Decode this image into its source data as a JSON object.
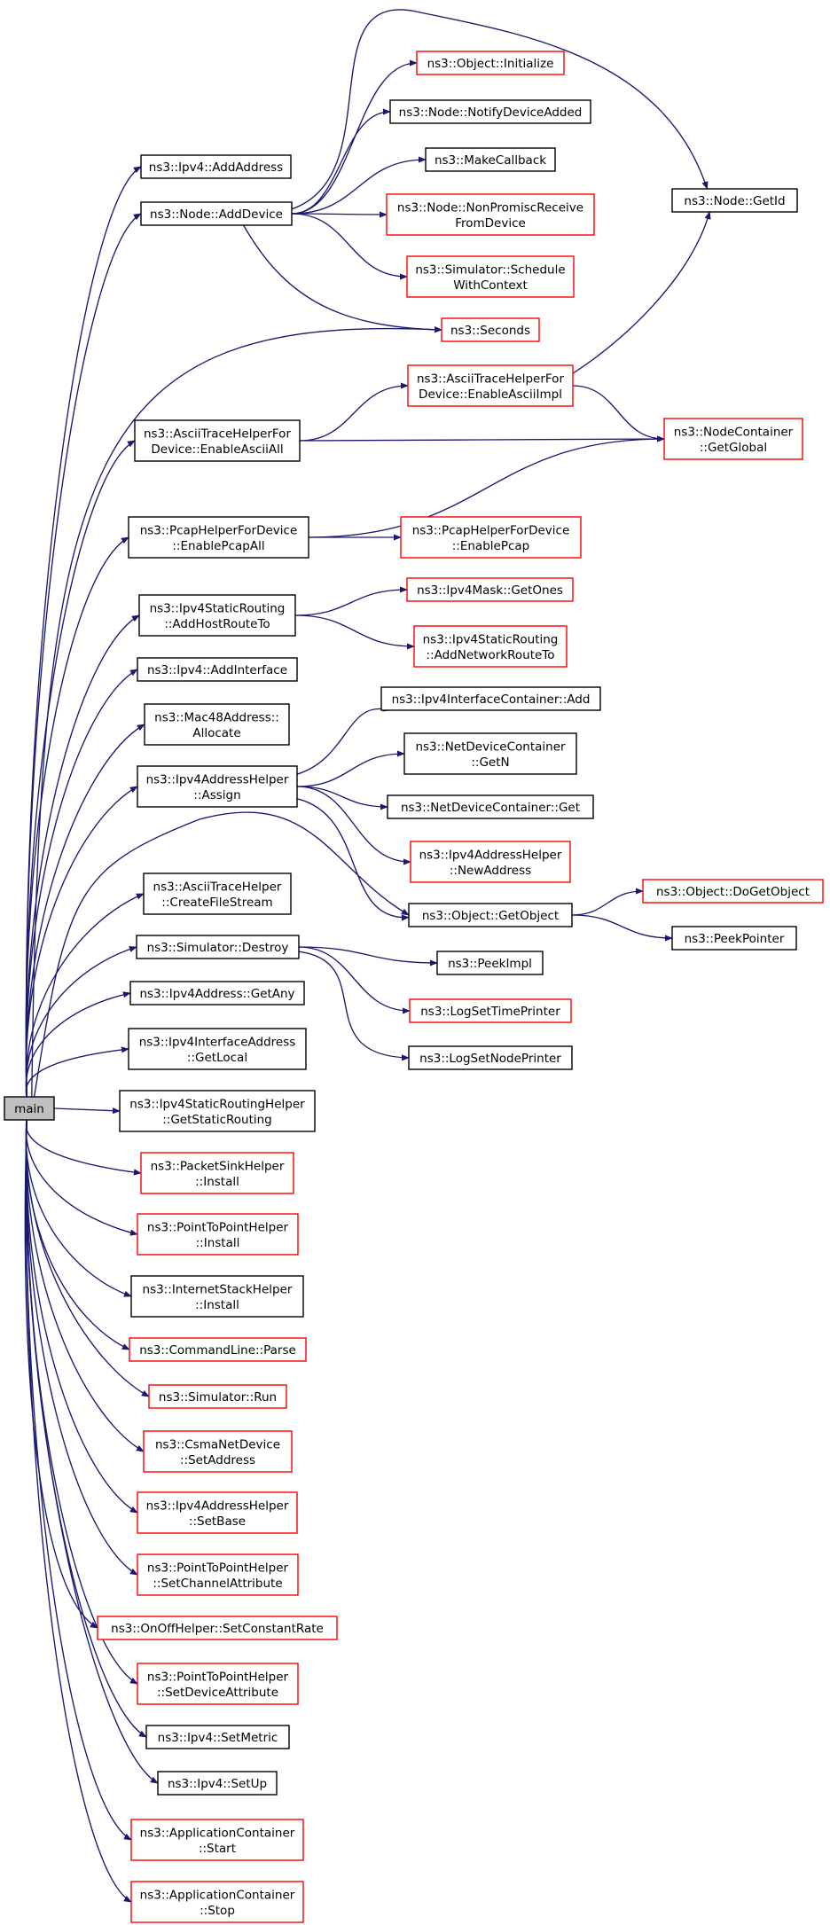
{
  "graph": {
    "root": "main",
    "colors": {
      "edge": "#191970",
      "node_border_documented": "#000000",
      "node_border_undocumented": "#ff0000",
      "root_fill": "#bfbfbf"
    },
    "nodes": [
      {
        "id": "main",
        "lines": [
          "main"
        ],
        "style": "root"
      },
      {
        "id": "n_ipv4_addaddress",
        "lines": [
          "ns3::Ipv4::AddAddress"
        ],
        "style": "black"
      },
      {
        "id": "n_node_adddevice",
        "lines": [
          "ns3::Node::AddDevice"
        ],
        "style": "black"
      },
      {
        "id": "n_object_initialize",
        "lines": [
          "ns3::Object::Initialize"
        ],
        "style": "red"
      },
      {
        "id": "n_node_notifydeviceadded",
        "lines": [
          "ns3::Node::NotifyDeviceAdded"
        ],
        "style": "black"
      },
      {
        "id": "n_makecallback",
        "lines": [
          "ns3::MakeCallback"
        ],
        "style": "black"
      },
      {
        "id": "n_node_getid",
        "lines": [
          "ns3::Node::GetId"
        ],
        "style": "black"
      },
      {
        "id": "n_node_nonpromisc",
        "lines": [
          "ns3::Node::NonPromiscReceive",
          "FromDevice"
        ],
        "style": "red"
      },
      {
        "id": "n_sim_schedule",
        "lines": [
          "ns3::Simulator::Schedule",
          "WithContext"
        ],
        "style": "red"
      },
      {
        "id": "n_seconds",
        "lines": [
          "ns3::Seconds"
        ],
        "style": "red"
      },
      {
        "id": "n_ascii_enableasciiall",
        "lines": [
          "ns3::AsciiTraceHelperFor",
          "Device::EnableAsciiAll"
        ],
        "style": "black"
      },
      {
        "id": "n_ascii_enableasciiimpl",
        "lines": [
          "ns3::AsciiTraceHelperFor",
          "Device::EnableAsciiImpl"
        ],
        "style": "red"
      },
      {
        "id": "n_nodecontainer_getglobal",
        "lines": [
          "ns3::NodeContainer",
          "::GetGlobal"
        ],
        "style": "red"
      },
      {
        "id": "n_pcap_enablepcapall",
        "lines": [
          "ns3::PcapHelperForDevice",
          "::EnablePcapAll"
        ],
        "style": "black"
      },
      {
        "id": "n_pcap_enablepcap",
        "lines": [
          "ns3::PcapHelperForDevice",
          "::EnablePcap"
        ],
        "style": "red"
      },
      {
        "id": "n_staticrouting_addhost",
        "lines": [
          "ns3::Ipv4StaticRouting",
          "::AddHostRouteTo"
        ],
        "style": "black"
      },
      {
        "id": "n_ipv4mask_getones",
        "lines": [
          "ns3::Ipv4Mask::GetOnes"
        ],
        "style": "red"
      },
      {
        "id": "n_staticrouting_addnetwork",
        "lines": [
          "ns3::Ipv4StaticRouting",
          "::AddNetworkRouteTo"
        ],
        "style": "red"
      },
      {
        "id": "n_ipv4_addinterface",
        "lines": [
          "ns3::Ipv4::AddInterface"
        ],
        "style": "black"
      },
      {
        "id": "n_mac48_allocate",
        "lines": [
          "ns3::Mac48Address::",
          "Allocate"
        ],
        "style": "black"
      },
      {
        "id": "n_ipv4ifcontainer_add",
        "lines": [
          "ns3::Ipv4InterfaceContainer::Add"
        ],
        "style": "black"
      },
      {
        "id": "n_ipv4addrhelper_assign",
        "lines": [
          "ns3::Ipv4AddressHelper",
          "::Assign"
        ],
        "style": "black"
      },
      {
        "id": "n_netdevcontainer_getn",
        "lines": [
          "ns3::NetDeviceContainer",
          "::GetN"
        ],
        "style": "black"
      },
      {
        "id": "n_netdevcontainer_get",
        "lines": [
          "ns3::NetDeviceContainer::Get"
        ],
        "style": "black"
      },
      {
        "id": "n_ipv4addrhelper_newaddress",
        "lines": [
          "ns3::Ipv4AddressHelper",
          "::NewAddress"
        ],
        "style": "red"
      },
      {
        "id": "n_ascii_createfilestream",
        "lines": [
          "ns3::AsciiTraceHelper",
          "::CreateFileStream"
        ],
        "style": "black"
      },
      {
        "id": "n_object_getobject",
        "lines": [
          "ns3::Object::GetObject"
        ],
        "style": "black"
      },
      {
        "id": "n_object_dogetobject",
        "lines": [
          "ns3::Object::DoGetObject"
        ],
        "style": "red"
      },
      {
        "id": "n_peekpointer",
        "lines": [
          "ns3::PeekPointer"
        ],
        "style": "black"
      },
      {
        "id": "n_sim_destroy",
        "lines": [
          "ns3::Simulator::Destroy"
        ],
        "style": "black"
      },
      {
        "id": "n_peekimpl",
        "lines": [
          "ns3::PeekImpl"
        ],
        "style": "black"
      },
      {
        "id": "n_logsettimeprinter",
        "lines": [
          "ns3::LogSetTimePrinter"
        ],
        "style": "red"
      },
      {
        "id": "n_logsetnodeprinter",
        "lines": [
          "ns3::LogSetNodePrinter"
        ],
        "style": "black"
      },
      {
        "id": "n_ipv4address_getany",
        "lines": [
          "ns3::Ipv4Address::GetAny"
        ],
        "style": "black"
      },
      {
        "id": "n_ipv4ifaddr_getlocal",
        "lines": [
          "ns3::Ipv4InterfaceAddress",
          "::GetLocal"
        ],
        "style": "black"
      },
      {
        "id": "n_staticroutinghelper_get",
        "lines": [
          "ns3::Ipv4StaticRoutingHelper",
          "::GetStaticRouting"
        ],
        "style": "black"
      },
      {
        "id": "n_packetsink_install",
        "lines": [
          "ns3::PacketSinkHelper",
          "::Install"
        ],
        "style": "red"
      },
      {
        "id": "n_p2p_install",
        "lines": [
          "ns3::PointToPointHelper",
          "::Install"
        ],
        "style": "red"
      },
      {
        "id": "n_internetstack_install",
        "lines": [
          "ns3::InternetStackHelper",
          "::Install"
        ],
        "style": "black"
      },
      {
        "id": "n_commandline_parse",
        "lines": [
          "ns3::CommandLine::Parse"
        ],
        "style": "red"
      },
      {
        "id": "n_sim_run",
        "lines": [
          "ns3::Simulator::Run"
        ],
        "style": "red"
      },
      {
        "id": "n_csma_setaddress",
        "lines": [
          "ns3::CsmaNetDevice",
          "::SetAddress"
        ],
        "style": "red"
      },
      {
        "id": "n_ipv4addrhelper_setbase",
        "lines": [
          "ns3::Ipv4AddressHelper",
          "::SetBase"
        ],
        "style": "red"
      },
      {
        "id": "n_p2p_setchannelattr",
        "lines": [
          "ns3::PointToPointHelper",
          "::SetChannelAttribute"
        ],
        "style": "red"
      },
      {
        "id": "n_onoff_setconstantrate",
        "lines": [
          "ns3::OnOffHelper::SetConstantRate"
        ],
        "style": "red"
      },
      {
        "id": "n_p2p_setdeviceattr",
        "lines": [
          "ns3::PointToPointHelper",
          "::SetDeviceAttribute"
        ],
        "style": "red"
      },
      {
        "id": "n_ipv4_setmetric",
        "lines": [
          "ns3::Ipv4::SetMetric"
        ],
        "style": "black"
      },
      {
        "id": "n_ipv4_setup",
        "lines": [
          "ns3::Ipv4::SetUp"
        ],
        "style": "black"
      },
      {
        "id": "n_appcontainer_start",
        "lines": [
          "ns3::ApplicationContainer",
          "::Start"
        ],
        "style": "red"
      },
      {
        "id": "n_appcontainer_stop",
        "lines": [
          "ns3::ApplicationContainer",
          "::Stop"
        ],
        "style": "red"
      }
    ],
    "edges": [
      [
        "main",
        "n_ipv4_addaddress"
      ],
      [
        "main",
        "n_node_adddevice"
      ],
      [
        "main",
        "n_seconds"
      ],
      [
        "main",
        "n_ascii_enableasciiall"
      ],
      [
        "main",
        "n_pcap_enablepcapall"
      ],
      [
        "main",
        "n_staticrouting_addhost"
      ],
      [
        "main",
        "n_ipv4_addinterface"
      ],
      [
        "main",
        "n_mac48_allocate"
      ],
      [
        "main",
        "n_ipv4addrhelper_assign"
      ],
      [
        "main",
        "n_object_getobject"
      ],
      [
        "main",
        "n_ascii_createfilestream"
      ],
      [
        "main",
        "n_sim_destroy"
      ],
      [
        "main",
        "n_ipv4address_getany"
      ],
      [
        "main",
        "n_ipv4ifaddr_getlocal"
      ],
      [
        "main",
        "n_staticroutinghelper_get"
      ],
      [
        "main",
        "n_packetsink_install"
      ],
      [
        "main",
        "n_p2p_install"
      ],
      [
        "main",
        "n_internetstack_install"
      ],
      [
        "main",
        "n_commandline_parse"
      ],
      [
        "main",
        "n_sim_run"
      ],
      [
        "main",
        "n_csma_setaddress"
      ],
      [
        "main",
        "n_ipv4addrhelper_setbase"
      ],
      [
        "main",
        "n_p2p_setchannelattr"
      ],
      [
        "main",
        "n_onoff_setconstantrate"
      ],
      [
        "main",
        "n_p2p_setdeviceattr"
      ],
      [
        "main",
        "n_ipv4_setmetric"
      ],
      [
        "main",
        "n_ipv4_setup"
      ],
      [
        "main",
        "n_appcontainer_start"
      ],
      [
        "main",
        "n_appcontainer_stop"
      ],
      [
        "n_node_adddevice",
        "n_object_initialize"
      ],
      [
        "n_node_adddevice",
        "n_node_notifydeviceadded"
      ],
      [
        "n_node_adddevice",
        "n_makecallback"
      ],
      [
        "n_node_adddevice",
        "n_node_getid"
      ],
      [
        "n_node_adddevice",
        "n_node_nonpromisc"
      ],
      [
        "n_node_adddevice",
        "n_sim_schedule"
      ],
      [
        "n_node_adddevice",
        "n_seconds"
      ],
      [
        "n_ascii_enableasciiall",
        "n_ascii_enableasciiimpl"
      ],
      [
        "n_ascii_enableasciiall",
        "n_nodecontainer_getglobal"
      ],
      [
        "n_ascii_enableasciiimpl",
        "n_node_getid"
      ],
      [
        "n_ascii_enableasciiimpl",
        "n_nodecontainer_getglobal"
      ],
      [
        "n_pcap_enablepcapall",
        "n_nodecontainer_getglobal"
      ],
      [
        "n_pcap_enablepcapall",
        "n_pcap_enablepcap"
      ],
      [
        "n_staticrouting_addhost",
        "n_ipv4mask_getones"
      ],
      [
        "n_staticrouting_addhost",
        "n_staticrouting_addnetwork"
      ],
      [
        "n_ipv4addrhelper_assign",
        "n_ipv4ifcontainer_add"
      ],
      [
        "n_ipv4addrhelper_assign",
        "n_netdevcontainer_getn"
      ],
      [
        "n_ipv4addrhelper_assign",
        "n_netdevcontainer_get"
      ],
      [
        "n_ipv4addrhelper_assign",
        "n_ipv4addrhelper_newaddress"
      ],
      [
        "n_ipv4addrhelper_assign",
        "n_object_getobject"
      ],
      [
        "n_object_getobject",
        "n_object_dogetobject"
      ],
      [
        "n_object_getobject",
        "n_peekpointer"
      ],
      [
        "n_sim_destroy",
        "n_peekimpl"
      ],
      [
        "n_sim_destroy",
        "n_logsettimeprinter"
      ],
      [
        "n_sim_destroy",
        "n_logsetnodeprinter"
      ]
    ]
  }
}
